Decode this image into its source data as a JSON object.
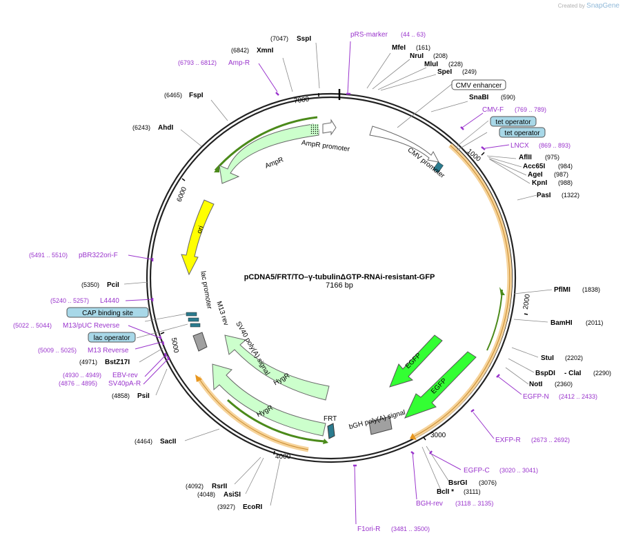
{
  "credit": {
    "prefix": "Created by",
    "brand": "SnapGene"
  },
  "plasmid": {
    "name": "pCDNA5/FRT/TO–γ-tubulinΔGTP-RNAi-resistant-GFP",
    "length_label": "7166 bp"
  },
  "ticks": [
    "1000",
    "2000",
    "3000",
    "4000",
    "5000",
    "6000",
    "7000"
  ],
  "enzymes": {
    "sspi": {
      "name": "SspI",
      "pos": "(7047)"
    },
    "xmni": {
      "name": "XmnI",
      "pos": "(6842)"
    },
    "fspi": {
      "name": "FspI",
      "pos": "(6465)"
    },
    "ahdi": {
      "name": "AhdI",
      "pos": "(6243)"
    },
    "mfei": {
      "name": "MfeI",
      "pos": "(161)"
    },
    "nrui": {
      "name": "NruI",
      "pos": "(208)"
    },
    "mlui": {
      "name": "MluI",
      "pos": "(228)"
    },
    "spei": {
      "name": "SpeI",
      "pos": "(249)"
    },
    "snabi": {
      "name": "SnaBI",
      "pos": "(590)"
    },
    "aflii": {
      "name": "AflII",
      "pos": "(975)"
    },
    "acc65i": {
      "name": "Acc65I",
      "pos": "(984)"
    },
    "agei": {
      "name": "AgeI",
      "pos": "(987)"
    },
    "kpni": {
      "name": "KpnI",
      "pos": "(988)"
    },
    "pasi": {
      "name": "PasI",
      "pos": "(1322)"
    },
    "pflmi": {
      "name": "PflMI",
      "pos": "(1838)"
    },
    "bamhi": {
      "name": "BamHI",
      "pos": "(2011)"
    },
    "stui": {
      "name": "StuI",
      "pos": "(2202)"
    },
    "bspdi": {
      "name": "BspDI",
      "name2": "- ClaI",
      "pos": "(2290)"
    },
    "noti": {
      "name": "NotI",
      "pos": "(2360)"
    },
    "bsrgi": {
      "name": "BsrGI",
      "pos": "(3076)"
    },
    "bcli": {
      "name": "BclI *",
      "pos": "(3111)"
    },
    "ecori": {
      "name": "EcoRI",
      "pos": "(3927)"
    },
    "asisi": {
      "name": "AsiSI",
      "pos": "(4048)"
    },
    "rsrii": {
      "name": "RsrII",
      "pos": "(4092)"
    },
    "sacii": {
      "name": "SacII",
      "pos": "(4464)"
    },
    "psii": {
      "name": "PsiI",
      "pos": "(4858)"
    },
    "bstz17i": {
      "name": "BstZ17I",
      "pos": "(4971)"
    },
    "pcii": {
      "name": "PciI",
      "pos": "(5350)"
    }
  },
  "primers": {
    "prs": {
      "name": "pRS-marker",
      "range": "(44 .. 63)"
    },
    "ampr": {
      "name": "Amp-R",
      "range": "(6793 .. 6812)"
    },
    "cmvf": {
      "name": "CMV-F",
      "range": "(769 .. 789)"
    },
    "lncx": {
      "name": "LNCX",
      "range": "(869 .. 893)"
    },
    "egfpn": {
      "name": "EGFP-N",
      "range": "(2412 .. 2433)"
    },
    "exfpr": {
      "name": "EXFP-R",
      "range": "(2673 .. 2692)"
    },
    "egfpc": {
      "name": "EGFP-C",
      "range": "(3020 .. 3041)"
    },
    "bghrev": {
      "name": "BGH-rev",
      "range": "(3118 .. 3135)"
    },
    "f1orir": {
      "name": "F1ori-R",
      "range": "(3481 .. 3500)"
    },
    "pbr322": {
      "name": "pBR322ori-F",
      "range": "(5491 .. 5510)"
    },
    "l4440": {
      "name": "L4440",
      "range": "(5240 .. 5257)"
    },
    "m13puc": {
      "name": "M13/pUC Reverse",
      "range": "(5022 .. 5044)"
    },
    "m13rev": {
      "name": "M13 Reverse",
      "range": "(5009 .. 5025)"
    },
    "ebvrev": {
      "name": "EBV-rev",
      "range": "(4930 .. 4949)"
    },
    "sv40par": {
      "name": "SV40pA-R",
      "range": "(4876 .. 4895)"
    }
  },
  "features": {
    "cmv_enhancer": "CMV enhancer",
    "tet_operator": "tet operator",
    "cmv_promoter": "CMV promoter",
    "ampr_promoter": "AmpR promoter",
    "ampr": "AmpR",
    "ori": "ori",
    "lac_promoter": "lac promoter",
    "m13_rev": "M13 rev",
    "sv40_polya": "SV40 poly(A) signal",
    "hygr": "HygR",
    "frt": "FRT",
    "bgh_polya": "bGH poly(A) signal",
    "egfp": "EGFP",
    "cap_binding_site": "CAP binding site",
    "lac_operator": "lac operator"
  },
  "colors": {
    "backbone": "#222222",
    "primer": "#9933cc",
    "ampr_fill": "#ccffcc",
    "ori_fill": "#ffff00",
    "egfp_fill": "#33ff33",
    "orf_highlight": "#f6d39a",
    "orf_line": "#4b8a1a",
    "box_fill": "#a8d8e8",
    "polya_fill": "#a0a0a0",
    "frt_fill": "#2b7b8e"
  }
}
